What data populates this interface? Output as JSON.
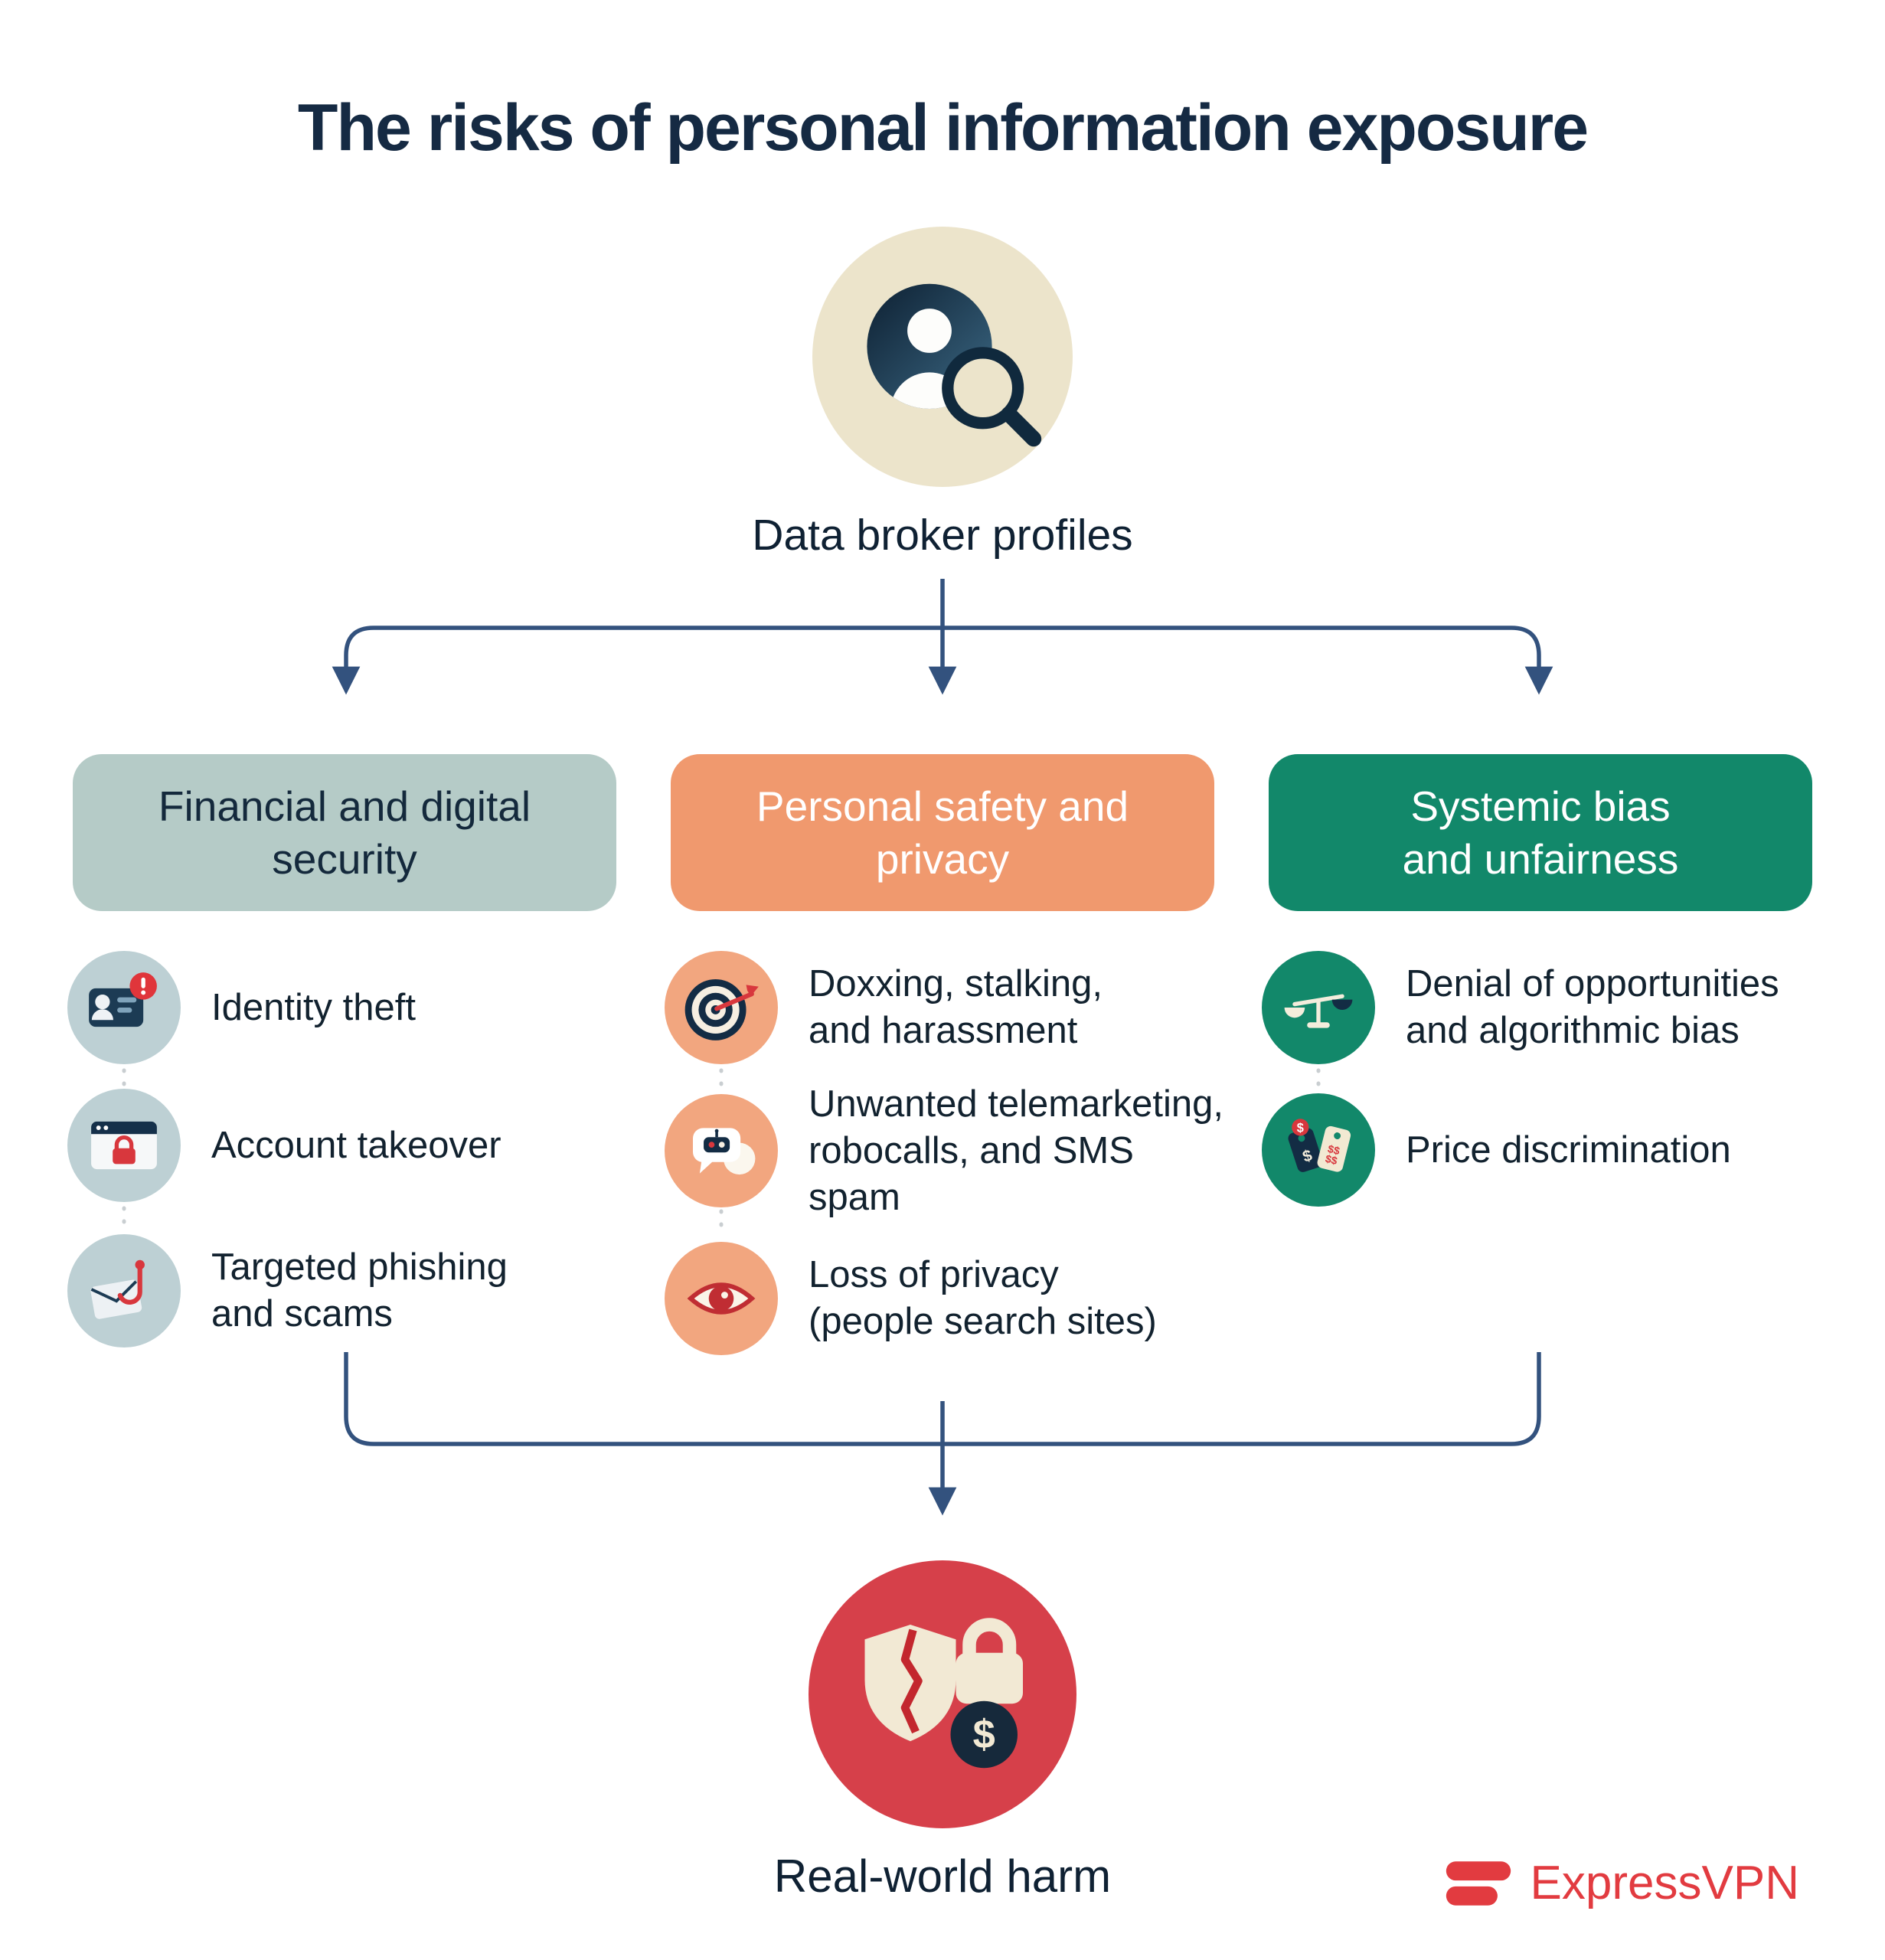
{
  "title": "The risks of personal information exposure",
  "source": {
    "label": "Data broker profiles",
    "icon": "person-search-icon"
  },
  "columns": [
    {
      "id": "financial",
      "header": "Financial and digital\nsecurity",
      "color": "#b5cbc7",
      "icon_bg": "#bdd0d4",
      "items": [
        {
          "label": "Identity theft",
          "icon": "id-card-alert-icon"
        },
        {
          "label": "Account takeover",
          "icon": "browser-lock-icon"
        },
        {
          "label": "Targeted phishing\nand scams",
          "icon": "phishing-hook-mail-icon"
        }
      ]
    },
    {
      "id": "safety",
      "header": "Personal safety and\nprivacy",
      "color": "#f0996e",
      "icon_bg": "#f2a67f",
      "items": [
        {
          "label": "Doxxing, stalking,\nand harassment",
          "icon": "target-dart-icon"
        },
        {
          "label": "Unwanted telemarketing,\nrobocalls, and SMS\nspam",
          "icon": "robocall-chat-icon"
        },
        {
          "label": "Loss of privacy\n(people search sites)",
          "icon": "eye-icon"
        }
      ]
    },
    {
      "id": "bias",
      "header": "Systemic bias\nand unfairness",
      "color": "#12886a",
      "icon_bg": "#12886a",
      "items": [
        {
          "label": "Denial of opportunities\nand algorithmic bias",
          "icon": "balance-scale-icon"
        },
        {
          "label": "Price discrimination",
          "icon": "price-tags-icon"
        }
      ]
    }
  ],
  "result": {
    "label": "Real-world harm",
    "icon": "broken-shield-lock-icon"
  },
  "brand": {
    "name": "ExpressVPN",
    "color": "#e23b40",
    "icon": "expressvpn-logo-icon"
  },
  "colors": {
    "background": "#ffffff",
    "title_text": "#152a43",
    "arrow": "#33527e",
    "source_circle": "#ece4cb",
    "harm_circle": "#d6404a",
    "alert_red": "#d8373d"
  }
}
